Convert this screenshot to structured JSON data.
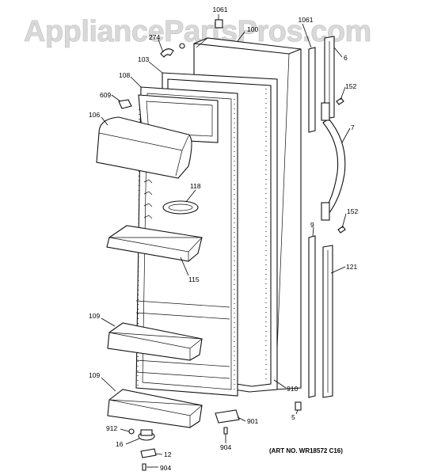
{
  "watermark": "AppliancePartsPros.com",
  "art_number": "(ART NO. WR18572 C16)",
  "callouts": [
    "1061",
    "100",
    "1061",
    "6",
    "274",
    "103",
    "108",
    "609",
    "106",
    "152",
    "7",
    "118",
    "152",
    "9",
    "121",
    "115",
    "109",
    "109",
    "910",
    "5",
    "901",
    "912",
    "16",
    "12",
    "904",
    "904"
  ]
}
